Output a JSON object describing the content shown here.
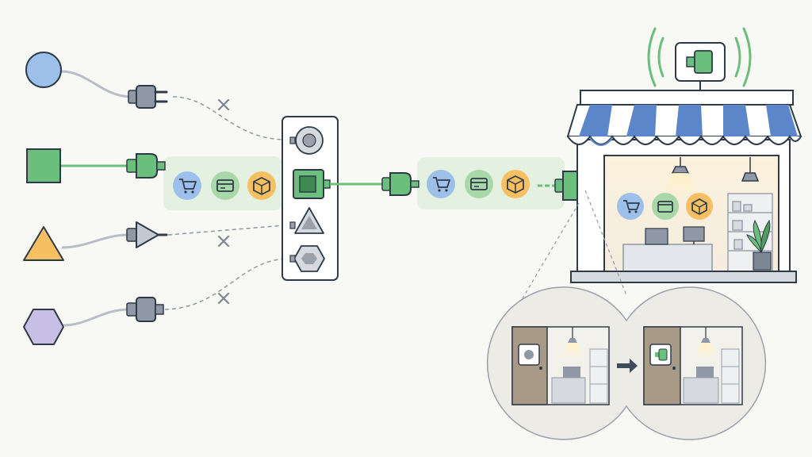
{
  "colors": {
    "background": "#f8f8f4",
    "blue": "#9dc0ea",
    "blue_stroke": "#4a6ea8",
    "green": "#6bbf7c",
    "green_stroke": "#2f6b3c",
    "orange": "#f6c062",
    "orange_stroke": "#b57a1e",
    "purple": "#c8bfe6",
    "purple_stroke": "#6a5fa0",
    "gray": "#8f98a4",
    "dark": "#2f3a48",
    "awning_blue": "#5b86c9",
    "highlight_green": "#e4f1e0"
  },
  "sources": [
    {
      "shape": "circle",
      "color": "blue",
      "connected": false
    },
    {
      "shape": "square",
      "color": "green",
      "connected": true
    },
    {
      "shape": "triangle",
      "color": "orange",
      "connected": false
    },
    {
      "shape": "hexagon",
      "color": "purple",
      "connected": false
    }
  ],
  "adapter_slots": [
    "circle",
    "square",
    "triangle",
    "hexagon"
  ],
  "service_icons": [
    "cart-icon",
    "credit-card-icon",
    "package-icon"
  ],
  "store_sign_icon": "plug-icon",
  "transition_icon": "arrow-right-icon"
}
